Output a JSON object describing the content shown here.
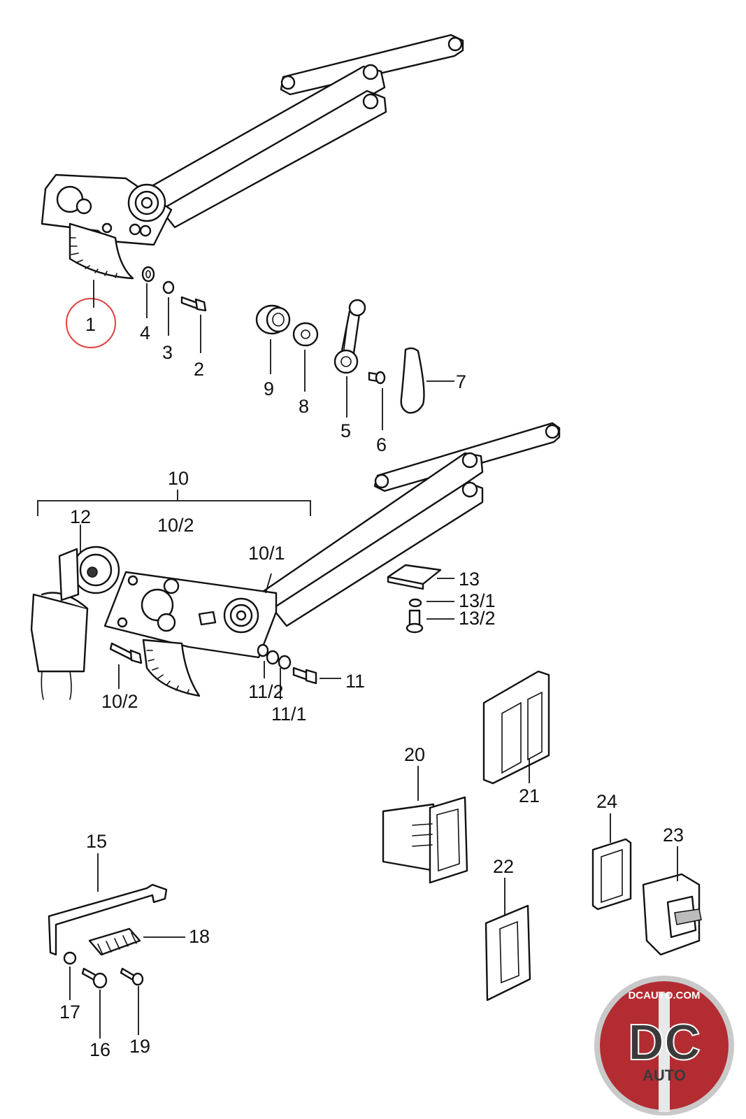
{
  "labels": {
    "p1": "1",
    "p2": "2",
    "p3": "3",
    "p4": "4",
    "p5": "5",
    "p6": "6",
    "p7": "7",
    "p8": "8",
    "p9": "9",
    "p10": "10",
    "p10_2_top": "10/2",
    "p10_1": "10/1",
    "p10_2_bolt": "10/2",
    "p11": "11",
    "p11_1": "11/1",
    "p11_2": "11/2",
    "p12": "12",
    "p13": "13",
    "p13_1": "13/1",
    "p13_2": "13/2",
    "p15": "15",
    "p16": "16",
    "p17": "17",
    "p18": "18",
    "p19": "19",
    "p20": "20",
    "p21": "21",
    "p22": "22",
    "p23": "23",
    "p24": "24"
  },
  "highlight": {
    "part": "1",
    "color": "#e04040"
  },
  "logo": {
    "url_text": "DCAUTO.COM",
    "mark": "DC",
    "subtext": "AUTO",
    "colors": {
      "ring": "#c9c9c9",
      "red": "#b22c32",
      "dark": "#3a3a3a"
    }
  }
}
